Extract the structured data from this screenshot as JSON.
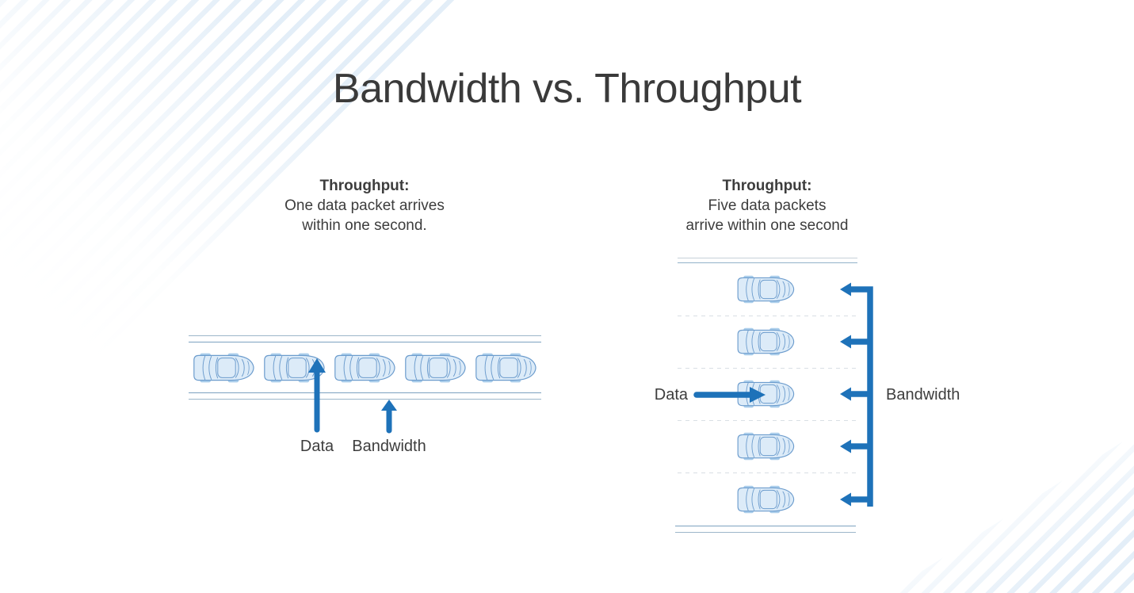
{
  "slide": {
    "title": "Bandwidth vs. Throughput"
  },
  "left_diagram": {
    "caption_heading": "Throughput:",
    "caption_line1": "One data packet arrives",
    "caption_line2": "within one second.",
    "data_label": "Data",
    "bandwidth_label": "Bandwidth",
    "car_count": 5,
    "lane_count": 1
  },
  "right_diagram": {
    "caption_heading": "Throughput:",
    "caption_line1": "Five data packets",
    "caption_line2": "arrive within one second",
    "data_label": "Data",
    "bandwidth_label": "Bandwidth",
    "car_count": 5,
    "lane_count": 5
  },
  "colors": {
    "accent_blue": "#1e72b9",
    "car_fill": "#dcebf8",
    "car_outline": "#6c9ccd",
    "car_wheel": "#abceeb",
    "road_line": "#7da2c0",
    "text": "#3c3c3c",
    "stripe_blue": "#e3eef8"
  }
}
